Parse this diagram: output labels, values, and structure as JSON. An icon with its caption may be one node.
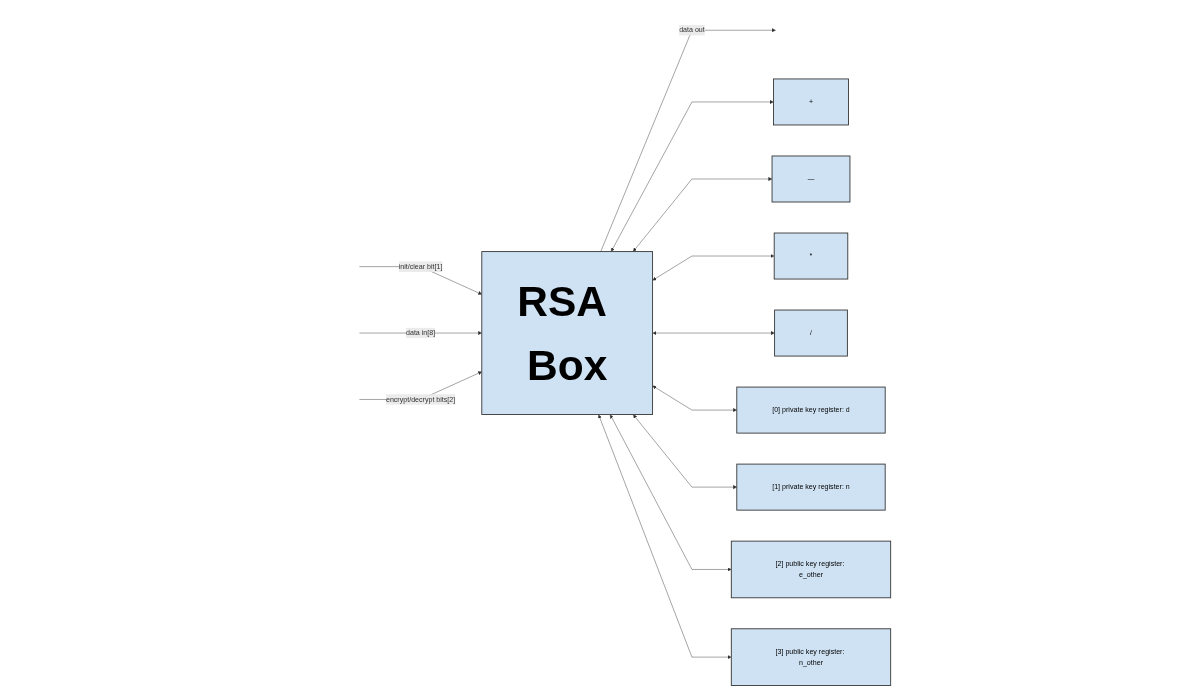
{
  "diagram": {
    "nodes": [
      {
        "text": [
          "RSA Box"
        ]
      },
      {
        "text": [
          "+"
        ]
      },
      {
        "text": [
          "—"
        ]
      },
      {
        "text": [
          "*"
        ]
      },
      {
        "text": [
          "/"
        ]
      },
      {
        "text": [
          "[0] private key register: d"
        ]
      },
      {
        "text": [
          "[1] private key register: n"
        ]
      },
      {
        "text": [
          "[2] public key register: e_other"
        ]
      },
      {
        "text": [
          "[3] public key register: n_other"
        ]
      }
    ],
    "edges": [
      {
        "from": 0,
        "to": null,
        "arrow": "to",
        "label": "data out"
      },
      {
        "from": null,
        "to": 0,
        "arrow": "to",
        "label": "init/clear bit[1]"
      },
      {
        "from": null,
        "to": 0,
        "arrow": "to",
        "label": "data in[8]"
      },
      {
        "from": null,
        "to": 0,
        "arrow": "to",
        "label": "encrypt/decrypt bits[2]"
      },
      {
        "from": 0,
        "to": 1,
        "arrow": "both"
      },
      {
        "from": 0,
        "to": 2,
        "arrow": "both"
      },
      {
        "from": 0,
        "to": 3,
        "arrow": "both"
      },
      {
        "from": 0,
        "to": 4,
        "arrow": "both"
      },
      {
        "from": 0,
        "to": 5,
        "arrow": "both"
      },
      {
        "from": 0,
        "to": 6,
        "arrow": "both"
      },
      {
        "from": 0,
        "to": 7,
        "arrow": "both"
      },
      {
        "from": 0,
        "to": 8,
        "arrow": "both"
      }
    ]
  }
}
